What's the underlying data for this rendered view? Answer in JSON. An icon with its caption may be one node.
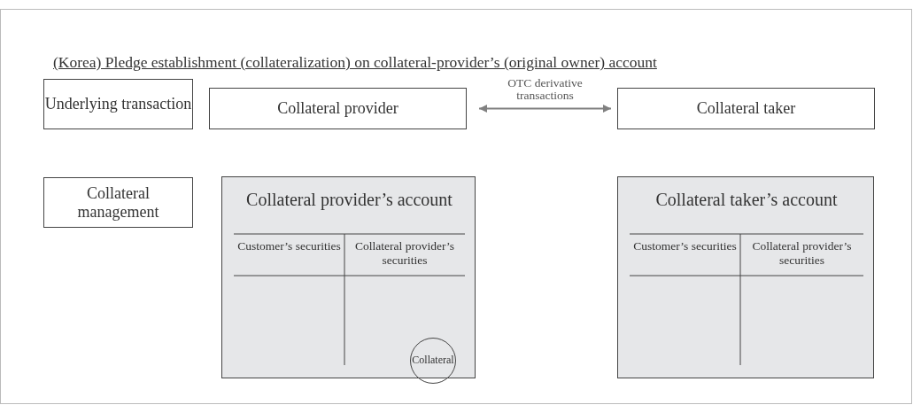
{
  "diagram": {
    "title": "(Korea) Pledge establishment (collateralization) on collateral-provider’s (original owner) account",
    "nodes": [
      {
        "text": [
          "Underlying transaction"
        ]
      },
      {
        "text": [
          "Collateral management"
        ]
      },
      {
        "text": [
          "Collateral provider"
        ]
      },
      {
        "text": [
          "Collateral taker"
        ]
      },
      {
        "text": [
          "Collateral provider’s account",
          "Customer’s securities",
          "Collateral provider’s securities"
        ]
      },
      {
        "text": [
          "Collateral"
        ],
        "in": 4
      },
      {
        "text": [
          "Collateral taker’s account",
          "Customer’s securities",
          "Collateral provider’s securities"
        ]
      }
    ],
    "edges": [
      {
        "from": 2,
        "to": 3,
        "arrow": "both",
        "label": "OTC derivative transactions"
      }
    ]
  }
}
